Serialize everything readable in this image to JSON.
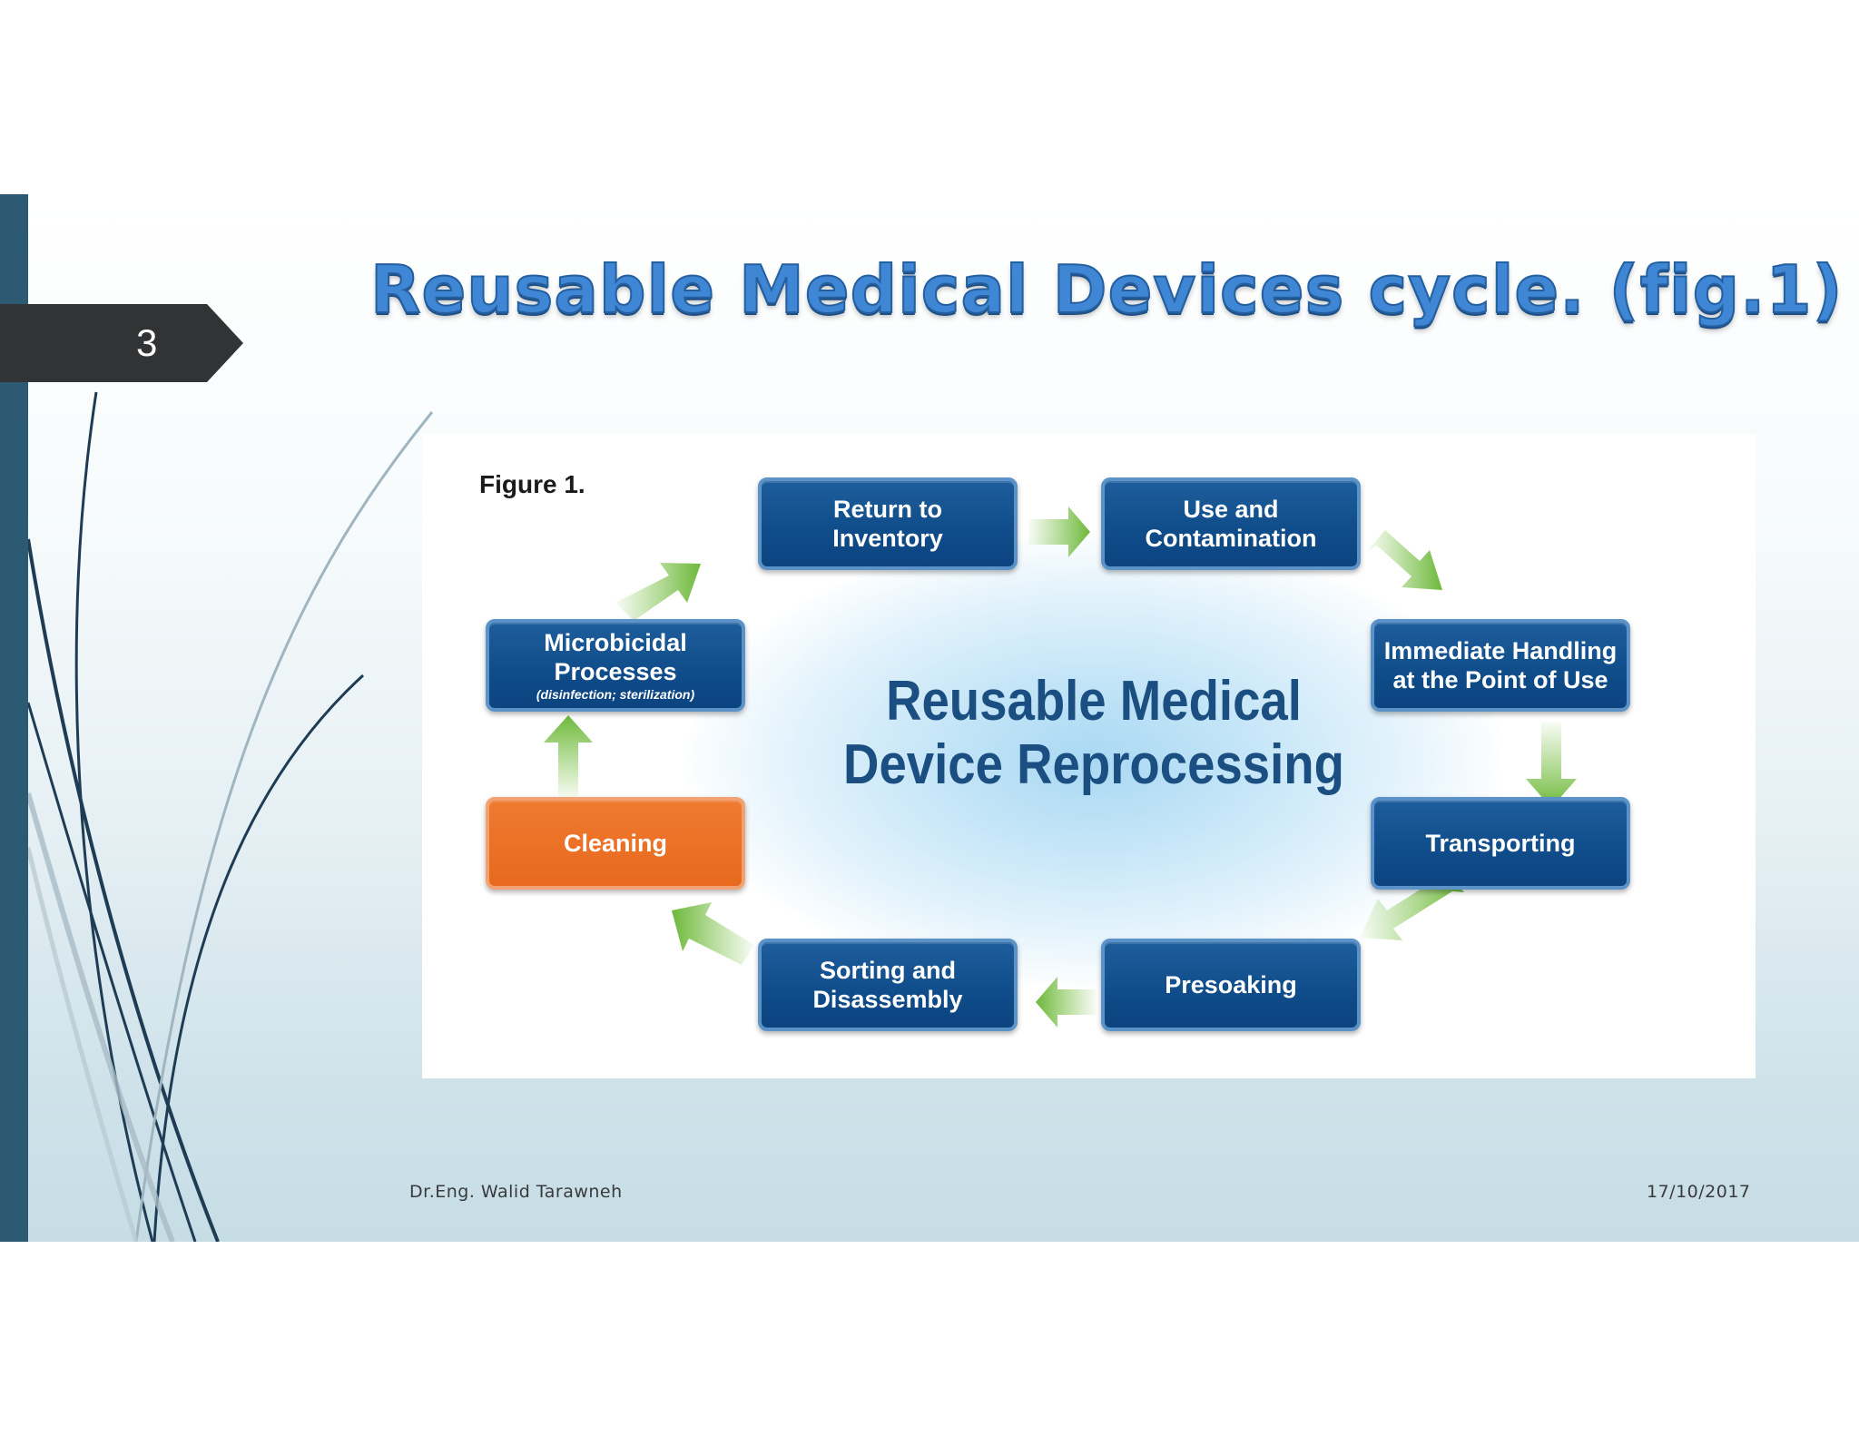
{
  "slide": {
    "number": "3",
    "title": "Reusable Medical Devices cycle. (fig.1)",
    "footer_author": "Dr.Eng. Walid Tarawneh",
    "footer_date": "17/10/2017"
  },
  "figure": {
    "label": "Figure 1.",
    "center_title_line1": "Reusable Medical",
    "center_title_line2": "Device Reprocessing",
    "nodes": [
      {
        "line1": "Return to",
        "line2": "Inventory"
      },
      {
        "line1": "Use and",
        "line2": "Contamination"
      },
      {
        "line1": "Immediate Handling",
        "line2": "at the Point of Use"
      },
      {
        "line1": "Transporting"
      },
      {
        "line1": "Presoaking"
      },
      {
        "line1": "Sorting and",
        "line2": "Disassembly"
      },
      {
        "line1": "Cleaning"
      },
      {
        "line1": "Microbicidal",
        "line2": "Processes",
        "note": "(disinfection; sterilization)"
      }
    ]
  },
  "colors": {
    "node_blue": "#0f4c89",
    "node_orange": "#e8691d",
    "arrow_green": "#7ac143",
    "title_blue": "#3f86d4",
    "sidebar": "#2c5a72"
  }
}
